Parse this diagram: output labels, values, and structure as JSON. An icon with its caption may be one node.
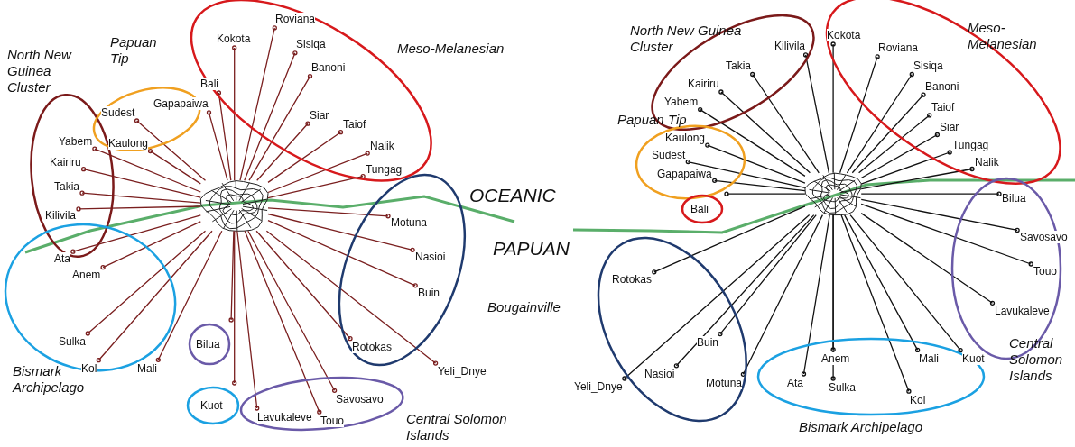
{
  "diagram": {
    "nodes": [
      {
        "text": [
          "North New Guinea Cluster"
        ]
      },
      {
        "text": [
          "Yabem"
        ],
        "in": 0
      },
      {
        "text": [
          "Kairiru"
        ],
        "in": 0
      },
      {
        "text": [
          "Takia"
        ],
        "in": 0
      },
      {
        "text": [
          "Kilivila"
        ],
        "in": 0
      },
      {
        "text": [
          "Papuan Tip"
        ]
      },
      {
        "text": [
          "Sudest"
        ],
        "in": 5
      },
      {
        "text": [
          "Gapapaiwa"
        ],
        "in": 5
      },
      {
        "text": [
          "Kaulong"
        ],
        "in": 5
      },
      {
        "text": [
          "Meso-Melanesian"
        ]
      },
      {
        "text": [
          "Kokota"
        ],
        "in": 9
      },
      {
        "text": [
          "Roviana"
        ],
        "in": 9
      },
      {
        "text": [
          "Bali"
        ],
        "in": 9
      },
      {
        "text": [
          "Sisiqa"
        ],
        "in": 9
      },
      {
        "text": [
          "Banoni"
        ],
        "in": 9
      },
      {
        "text": [
          "Siar"
        ],
        "in": 9
      },
      {
        "text": [
          "Taiof"
        ],
        "in": 9
      },
      {
        "text": [
          "Nalik"
        ],
        "in": 9
      },
      {
        "text": [
          "Tungag"
        ],
        "in": 9
      },
      {
        "text": [
          "Bismark Archipelago"
        ]
      },
      {
        "text": [
          "Ata"
        ],
        "in": 19
      },
      {
        "text": [
          "Anem"
        ],
        "in": 19
      },
      {
        "text": [
          "Sulka"
        ],
        "in": 19
      },
      {
        "text": [
          "Kol"
        ],
        "in": 19
      },
      {
        "text": [
          "Mali"
        ],
        "in": 19
      },
      {
        "text": [
          "Bilua"
        ]
      },
      {
        "text": [
          "Kuot"
        ]
      },
      {
        "text": [
          "Central Solomon Islands"
        ]
      },
      {
        "text": [
          "Lavukaleve"
        ],
        "in": 27
      },
      {
        "text": [
          "Touo"
        ],
        "in": 27
      },
      {
        "text": [
          "Savosavo"
        ],
        "in": 27
      },
      {
        "text": [
          "Bougainville"
        ]
      },
      {
        "text": [
          "Motuna"
        ],
        "in": 31
      },
      {
        "text": [
          "Nasioi"
        ],
        "in": 31
      },
      {
        "text": [
          "Buin"
        ],
        "in": 31
      },
      {
        "text": [
          "Rotokas"
        ],
        "in": 31
      },
      {
        "text": [
          "Yeli_Dnye"
        ]
      },
      {
        "text": [
          "North New Guinea Cluster"
        ]
      },
      {
        "text": [
          "Kilivila"
        ],
        "in": 37
      },
      {
        "text": [
          "Takia"
        ],
        "in": 37
      },
      {
        "text": [
          "Kairiru"
        ],
        "in": 37
      },
      {
        "text": [
          "Yabem"
        ],
        "in": 37
      },
      {
        "text": [
          "Meso-Melanesian"
        ]
      },
      {
        "text": [
          "Kokota"
        ],
        "in": 42
      },
      {
        "text": [
          "Roviana"
        ],
        "in": 42
      },
      {
        "text": [
          "Sisiqa"
        ],
        "in": 42
      },
      {
        "text": [
          "Banoni"
        ],
        "in": 42
      },
      {
        "text": [
          "Taiof"
        ],
        "in": 42
      },
      {
        "text": [
          "Siar"
        ],
        "in": 42
      },
      {
        "text": [
          "Tungag"
        ],
        "in": 42
      },
      {
        "text": [
          "Nalik"
        ],
        "in": 42
      },
      {
        "text": [
          "Papuan Tip"
        ]
      },
      {
        "text": [
          "Kaulong"
        ],
        "in": 51
      },
      {
        "text": [
          "Sudest"
        ],
        "in": 51
      },
      {
        "text": [
          "Gapapaiwa"
        ],
        "in": 51
      },
      {
        "text": [
          "Bali"
        ]
      },
      {
        "text": [
          "Central Solomon Islands"
        ]
      },
      {
        "text": [
          "Bilua"
        ],
        "in": 56
      },
      {
        "text": [
          "Savosavo"
        ],
        "in": 56
      },
      {
        "text": [
          "Touo"
        ],
        "in": 56
      },
      {
        "text": [
          "Lavukaleve"
        ],
        "in": 56
      },
      {
        "text": [],
        "shape": "ellipse"
      },
      {
        "text": [
          "Rotokas"
        ],
        "in": 61
      },
      {
        "text": [
          "Nasioi"
        ],
        "in": 61
      },
      {
        "text": [
          "Buin"
        ],
        "in": 61
      },
      {
        "text": [
          "Motuna"
        ],
        "in": 61
      },
      {
        "text": [
          "Yeli_Dnye"
        ]
      },
      {
        "text": [
          "Bismark Archipelago"
        ]
      },
      {
        "text": [
          "Ata"
        ],
        "in": 67
      },
      {
        "text": [
          "Anem"
        ],
        "in": 67
      },
      {
        "text": [
          "Sulka"
        ],
        "in": 67
      },
      {
        "text": [
          "Mali"
        ],
        "in": 67
      },
      {
        "text": [
          "Kol"
        ],
        "in": 67
      },
      {
        "text": [
          "Kuot"
        ],
        "in": 67
      },
      {
        "text": [],
        "shape": "network"
      },
      {
        "text": [],
        "shape": "network"
      }
    ],
    "edges": [
      {
        "from": 74,
        "to": 1,
        "arrow": "none",
        "color": "#7a1f1f"
      },
      {
        "from": 74,
        "to": 2,
        "arrow": "none",
        "color": "#7a1f1f"
      },
      {
        "from": 74,
        "to": 3,
        "arrow": "none",
        "color": "#7a1f1f"
      },
      {
        "from": 74,
        "to": 4,
        "arrow": "none",
        "color": "#7a1f1f"
      },
      {
        "from": 74,
        "to": 6,
        "arrow": "none",
        "color": "#7a1f1f"
      },
      {
        "from": 74,
        "to": 7,
        "arrow": "none",
        "color": "#7a1f1f"
      },
      {
        "from": 74,
        "to": 8,
        "arrow": "none",
        "color": "#7a1f1f"
      },
      {
        "from": 74,
        "to": 10,
        "arrow": "none",
        "color": "#7a1f1f"
      },
      {
        "from": 74,
        "to": 11,
        "arrow": "none",
        "color": "#7a1f1f"
      },
      {
        "from": 74,
        "to": 12,
        "arrow": "none",
        "color": "#7a1f1f"
      },
      {
        "from": 74,
        "to": 13,
        "arrow": "none",
        "color": "#7a1f1f"
      },
      {
        "from": 74,
        "to": 14,
        "arrow": "none",
        "color": "#7a1f1f"
      },
      {
        "from": 74,
        "to": 15,
        "arrow": "none",
        "color": "#7a1f1f"
      },
      {
        "from": 74,
        "to": 16,
        "arrow": "none",
        "color": "#7a1f1f"
      },
      {
        "from": 74,
        "to": 17,
        "arrow": "none",
        "color": "#7a1f1f"
      },
      {
        "from": 74,
        "to": 18,
        "arrow": "none",
        "color": "#7a1f1f"
      },
      {
        "from": 74,
        "to": 20,
        "arrow": "none",
        "color": "#7a1f1f"
      },
      {
        "from": 74,
        "to": 21,
        "arrow": "none",
        "color": "#7a1f1f"
      },
      {
        "from": 74,
        "to": 22,
        "arrow": "none",
        "color": "#7a1f1f"
      },
      {
        "from": 74,
        "to": 23,
        "arrow": "none",
        "color": "#7a1f1f"
      },
      {
        "from": 74,
        "to": 24,
        "arrow": "none",
        "color": "#7a1f1f"
      },
      {
        "from": 74,
        "to": 25,
        "arrow": "none",
        "color": "#7a1f1f"
      },
      {
        "from": 74,
        "to": 26,
        "arrow": "none",
        "color": "#7a1f1f"
      },
      {
        "from": 74,
        "to": 28,
        "arrow": "none",
        "color": "#7a1f1f"
      },
      {
        "from": 74,
        "to": 29,
        "arrow": "none",
        "color": "#7a1f1f"
      },
      {
        "from": 74,
        "to": 30,
        "arrow": "none",
        "color": "#7a1f1f"
      },
      {
        "from": 74,
        "to": 32,
        "arrow": "none",
        "color": "#7a1f1f"
      },
      {
        "from": 74,
        "to": 33,
        "arrow": "none",
        "color": "#7a1f1f"
      },
      {
        "from": 74,
        "to": 34,
        "arrow": "none",
        "color": "#7a1f1f"
      },
      {
        "from": 74,
        "to": 35,
        "arrow": "none",
        "color": "#7a1f1f"
      },
      {
        "from": 74,
        "to": 36,
        "arrow": "none",
        "color": "#7a1f1f"
      },
      {
        "from": 75,
        "to": 38,
        "arrow": "none",
        "color": "#111111"
      },
      {
        "from": 75,
        "to": 39,
        "arrow": "none",
        "color": "#111111"
      },
      {
        "from": 75,
        "to": 40,
        "arrow": "none",
        "color": "#111111"
      },
      {
        "from": 75,
        "to": 41,
        "arrow": "none",
        "color": "#111111"
      },
      {
        "from": 75,
        "to": 43,
        "arrow": "none",
        "color": "#111111"
      },
      {
        "from": 75,
        "to": 44,
        "arrow": "none",
        "color": "#111111"
      },
      {
        "from": 75,
        "to": 45,
        "arrow": "none",
        "color": "#111111"
      },
      {
        "from": 75,
        "to": 46,
        "arrow": "none",
        "color": "#111111"
      },
      {
        "from": 75,
        "to": 47,
        "arrow": "none",
        "color": "#111111"
      },
      {
        "from": 75,
        "to": 48,
        "arrow": "none",
        "color": "#111111"
      },
      {
        "from": 75,
        "to": 49,
        "arrow": "none",
        "color": "#111111"
      },
      {
        "from": 75,
        "to": 50,
        "arrow": "none",
        "color": "#111111"
      },
      {
        "from": 75,
        "to": 52,
        "arrow": "none",
        "color": "#111111"
      },
      {
        "from": 75,
        "to": 53,
        "arrow": "none",
        "color": "#111111"
      },
      {
        "from": 75,
        "to": 54,
        "arrow": "none",
        "color": "#111111"
      },
      {
        "from": 75,
        "to": 55,
        "arrow": "none",
        "color": "#111111"
      },
      {
        "from": 75,
        "to": 57,
        "arrow": "none",
        "color": "#111111"
      },
      {
        "from": 75,
        "to": 58,
        "arrow": "none",
        "color": "#111111"
      },
      {
        "from": 75,
        "to": 59,
        "arrow": "none",
        "color": "#111111"
      },
      {
        "from": 75,
        "to": 60,
        "arrow": "none",
        "color": "#111111"
      },
      {
        "from": 75,
        "to": 62,
        "arrow": "none",
        "color": "#111111"
      },
      {
        "from": 75,
        "to": 63,
        "arrow": "none",
        "color": "#111111"
      },
      {
        "from": 75,
        "to": 64,
        "arrow": "none",
        "color": "#111111"
      },
      {
        "from": 75,
        "to": 65,
        "arrow": "none",
        "color": "#111111"
      },
      {
        "from": 75,
        "to": 66,
        "arrow": "none",
        "color": "#111111"
      },
      {
        "from": 75,
        "to": 68,
        "arrow": "none",
        "color": "#111111"
      },
      {
        "from": 75,
        "to": 69,
        "arrow": "none",
        "color": "#111111"
      },
      {
        "from": 75,
        "to": 70,
        "arrow": "none",
        "color": "#111111"
      },
      {
        "from": 75,
        "to": 71,
        "arrow": "none",
        "color": "#111111"
      },
      {
        "from": 75,
        "to": 72,
        "arrow": "none",
        "color": "#111111"
      },
      {
        "from": 75,
        "to": 73,
        "arrow": "none",
        "color": "#111111"
      }
    ],
    "labels": [
      "OCEANIC",
      "PAPUAN"
    ]
  }
}
